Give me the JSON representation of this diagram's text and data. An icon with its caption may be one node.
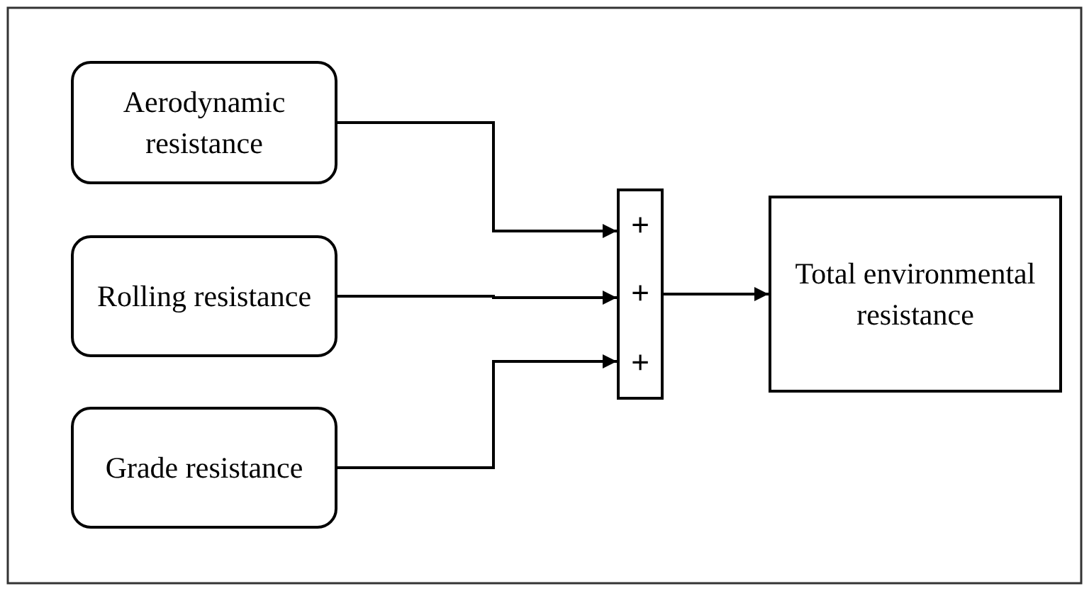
{
  "diagram": {
    "nodes": [
      {
        "text": [
          "Aerodynamic resistance"
        ]
      },
      {
        "text": [
          "Rolling resistance"
        ]
      },
      {
        "text": [
          "Grade resistance"
        ]
      },
      {
        "text": [
          "+",
          "+",
          "+"
        ]
      },
      {
        "text": [
          "Total environmental resistance"
        ]
      }
    ],
    "edges": [
      {
        "from": 0,
        "to": 3,
        "arrow": "to"
      },
      {
        "from": 1,
        "to": 3,
        "arrow": "to"
      },
      {
        "from": 2,
        "to": 3,
        "arrow": "to"
      },
      {
        "from": 3,
        "to": 4,
        "arrow": "to"
      }
    ]
  }
}
